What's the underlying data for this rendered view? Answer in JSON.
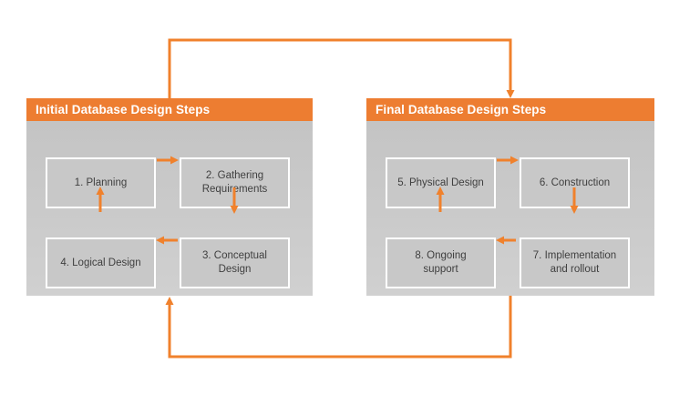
{
  "colors": {
    "accent": "#ED7D31",
    "arrow": "#F0812C",
    "panel_top": "#C4C4C4",
    "panel_bottom": "#D0D0D0",
    "box": "#C8C8C8",
    "text": "#3F3F3F",
    "header_text": "#FFFFFF",
    "background": "#FFFFFF"
  },
  "panels": [
    {
      "title": "Initial Database Design Steps",
      "steps": [
        {
          "label": "1. Planning"
        },
        {
          "label": "2. Gathering\nRequirements"
        },
        {
          "label": "3. Conceptual\nDesign"
        },
        {
          "label": "4. Logical Design"
        }
      ]
    },
    {
      "title": "Final Database Design Steps",
      "steps": [
        {
          "label": "5. Physical Design"
        },
        {
          "label": "6. Construction"
        },
        {
          "label": "7. Implementation\nand rollout"
        },
        {
          "label": "8. Ongoing\nsupport"
        }
      ]
    }
  ],
  "connections": [
    {
      "from": "1. Planning",
      "to": "2. Gathering Requirements"
    },
    {
      "from": "2. Gathering Requirements",
      "to": "3. Conceptual Design"
    },
    {
      "from": "3. Conceptual Design",
      "to": "4. Logical Design"
    },
    {
      "from": "4. Logical Design",
      "to": "1. Planning"
    },
    {
      "from": "5. Physical Design",
      "to": "6. Construction"
    },
    {
      "from": "6. Construction",
      "to": "7. Implementation and rollout"
    },
    {
      "from": "7. Implementation and rollout",
      "to": "8. Ongoing support"
    },
    {
      "from": "8. Ongoing support",
      "to": "5. Physical Design"
    },
    {
      "from": "Initial Database Design Steps",
      "to": "Final Database Design Steps",
      "route": "top-loop"
    },
    {
      "from": "Final Database Design Steps",
      "to": "Initial Database Design Steps",
      "route": "bottom-loop"
    }
  ]
}
